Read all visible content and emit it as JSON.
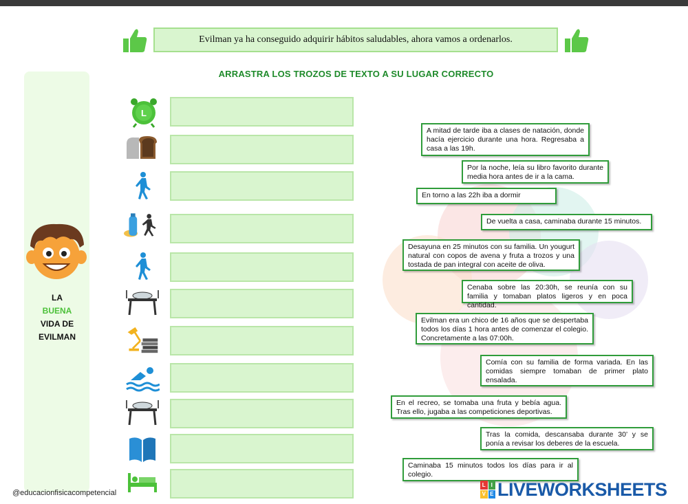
{
  "header": {
    "instruction": "Evilman ya ha conseguido adquirir hábitos saludables, ahora vamos a ordenarlos.",
    "subtitle": "ARRASTRA LOS TROZOS DE TEXTO A SU LUGAR CORRECTO"
  },
  "sidebar": {
    "line1": "LA",
    "line2": "BUENA",
    "line3": "VIDA DE",
    "line4": "EVILMAN"
  },
  "slots": [
    {
      "icon": "alarm-clock-icon"
    },
    {
      "icon": "bread-toast-icon"
    },
    {
      "icon": "walking-person-icon"
    },
    {
      "icon": "water-bottle-runner-icon"
    },
    {
      "icon": "walking-person-icon"
    },
    {
      "icon": "dining-table-icon"
    },
    {
      "icon": "desk-lamp-books-icon"
    },
    {
      "icon": "swimmer-icon"
    },
    {
      "icon": "dining-table-icon"
    },
    {
      "icon": "open-book-icon"
    },
    {
      "icon": "bed-icon"
    }
  ],
  "cards": [
    {
      "text": "A mitad de tarde iba a clases de natación, donde hacía ejercicio durante una hora. Regresaba a casa a las 19h."
    },
    {
      "text": "Por la noche, leía su libro favorito durante media hora antes de ir a la cama."
    },
    {
      "text": "En torno a las 22h iba a dormir"
    },
    {
      "text": "De vuelta a casa, caminaba durante 15 minutos."
    },
    {
      "text": "Desayuna en 25 minutos con su familia. Un yougurt natural con copos de avena y fruta a trozos y una tostada de pan integral con aceite de oliva."
    },
    {
      "text": "Cenaba sobre las 20:30h, se reunía con su familia y tomaban platos ligeros y en poca cantidad."
    },
    {
      "text": "Evilman era un chico de 16 años que se despertaba todos los días 1 hora antes de comenzar el colegio. Concretamente  a las 07:00h."
    },
    {
      "text": "Comía con su familia de forma variada. En las comidas siempre tomaban de primer plato ensalada."
    },
    {
      "text": "En el recreo, se tomaba una fruta y bebía agua. Tras ello, jugaba a las competiciones deportivas."
    },
    {
      "text": "Tras la comida, descansaba durante 30’  y se ponía a revisar los deberes de la escuela."
    },
    {
      "text": "Caminaba 15 minutos todos los días para ir al colegio."
    }
  ],
  "footer": {
    "credit": "@educacionfisicacompetencial",
    "logo_text": "LIVEWORKSHEETS",
    "logo_letters": [
      "L",
      "I",
      "V",
      "E"
    ]
  },
  "colors": {
    "green_dark": "#2f9c3a",
    "green_light": "#d9f5cf",
    "title_green": "#1e8a2a",
    "logo_blue": "#1a5aa8"
  }
}
